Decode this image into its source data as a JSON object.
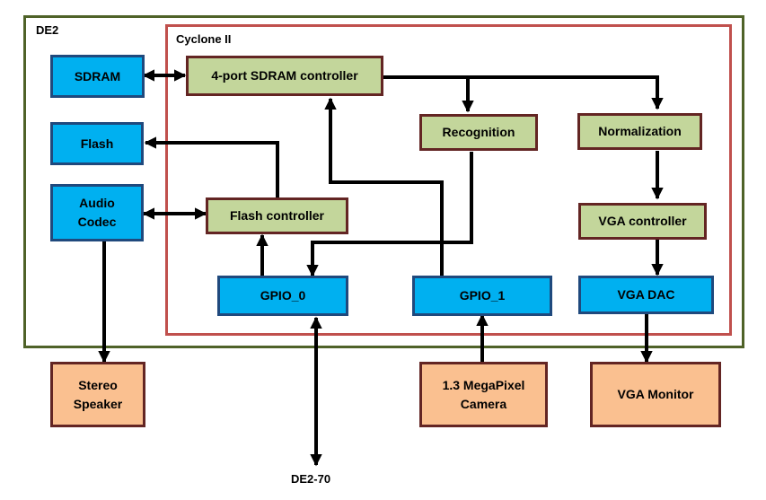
{
  "frames": {
    "board_label": "DE2",
    "fpga_label": "Cyclone II"
  },
  "blocks": {
    "sdram": "SDRAM",
    "flash": "Flash",
    "audio_codec": "Audio\nCodec",
    "sdram_controller": "4-port SDRAM controller",
    "recognition": "Recognition",
    "normalization": "Normalization",
    "flash_controller": "Flash controller",
    "vga_controller": "VGA controller",
    "gpio_0": "GPIO_0",
    "gpio_1": "GPIO_1",
    "vga_dac": "VGA DAC",
    "stereo_speaker": "Stereo\nSpeaker",
    "camera": "1.3 MegaPixel\nCamera",
    "vga_monitor": "VGA Monitor"
  },
  "external_label": "DE2-70",
  "colors": {
    "board_frame": "#4f6228",
    "fpga_frame": "#c0504d",
    "onboard_component": "#00b0f0",
    "fpga_module": "#c3d69b",
    "external_device": "#fac090",
    "connection": "#000000"
  }
}
